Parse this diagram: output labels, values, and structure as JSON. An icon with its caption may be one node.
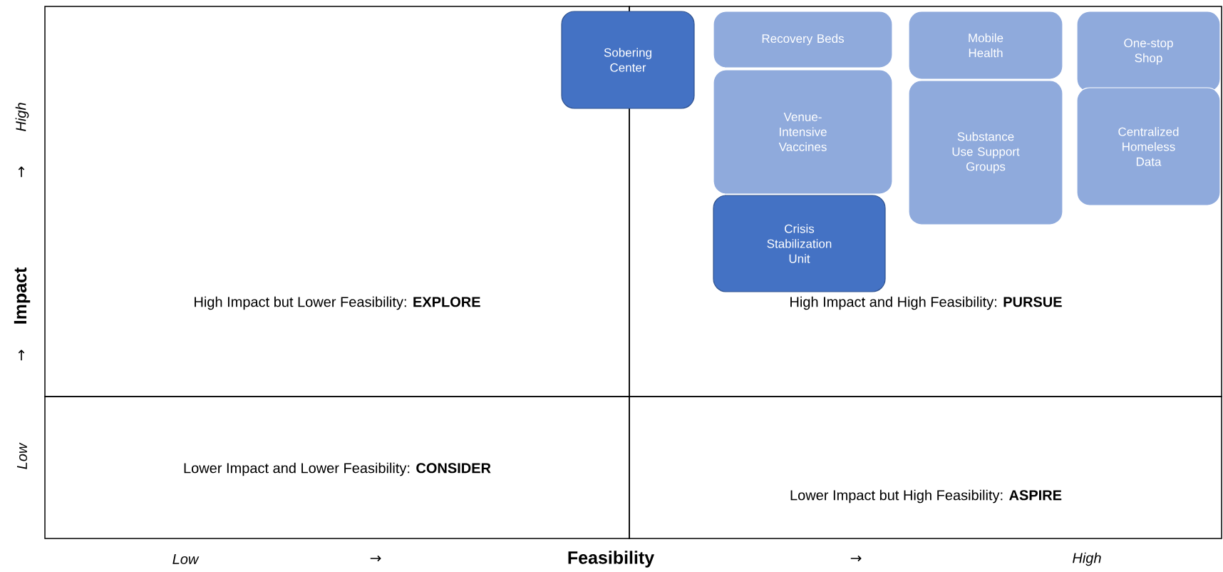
{
  "diagram": {
    "nodes": [
      {
        "text": [
          "High Impact but Lower Feasibility: **EXPLORE**"
        ]
      },
      {
        "text": [
          "High Impact and High Feasibility: **PURSUE**"
        ]
      },
      {
        "text": [
          "Sobering Center"
        ]
      },
      {
        "text": [
          "Recovery Beds"
        ],
        "in": 1
      },
      {
        "text": [
          "Mobile Health"
        ],
        "in": 1
      },
      {
        "text": [
          "One-stop Shop"
        ],
        "in": 1
      },
      {
        "text": [
          "Venue-Intensive Vaccines"
        ],
        "in": 1
      },
      {
        "text": [
          "Substance Use Support Groups"
        ],
        "in": 1
      },
      {
        "text": [
          "Centralized Homeless Data"
        ],
        "in": 1
      },
      {
        "text": [
          "Crisis Stabilization Unit"
        ],
        "in": 1
      },
      {
        "text": [
          "Lower Impact and Lower Feasibility: **CONSIDER**"
        ]
      },
      {
        "text": [
          "Lower Impact but High Feasibility: **ASPIRE**"
        ]
      }
    ],
    "labels": [
      "Low",
      "→",
      "Impact",
      "→",
      "High",
      "Low",
      "→",
      "Feasibility",
      "→",
      "High"
    ]
  }
}
